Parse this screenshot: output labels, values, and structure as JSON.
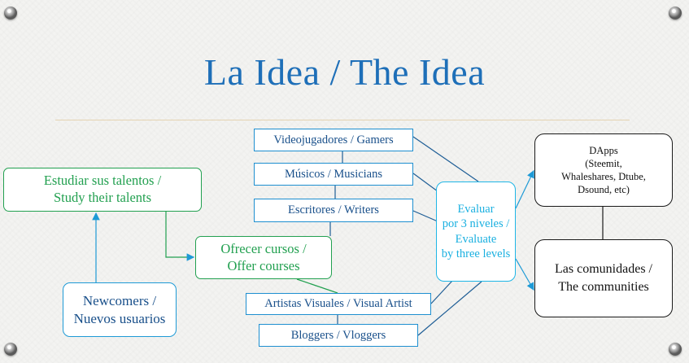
{
  "title": "La Idea / The Idea",
  "nodes": {
    "gamers": "Videojugadores / Gamers",
    "musicians": "Músicos / Musicians",
    "writers": "Escritores / Writers",
    "visual_artists": "Artistas Visuales / Visual Artist",
    "bloggers": "Bloggers / Vloggers",
    "study_line1": "Estudiar sus talentos /",
    "study_line2": "Study their talents",
    "courses_line1": "Ofrecer cursos /",
    "courses_line2": "Offer courses",
    "newcomers_line1": "Newcomers /",
    "newcomers_line2": "Nuevos usuarios",
    "evaluate_line1": "Evaluar",
    "evaluate_line2": "por 3 niveles /",
    "evaluate_line3": "Evaluate",
    "evaluate_line4": "by three levels",
    "dapps_line1": "DApps",
    "dapps_line2": "(Steemit,",
    "dapps_line3": "Whaleshares, Dtube,",
    "dapps_line4": "Dsound, etc)",
    "communities_line1": "Las comunidades /",
    "communities_line2": "The communities"
  },
  "colors": {
    "title": "#1e6fb8",
    "category_border": "#1e8fd0",
    "green": "#22a050",
    "cyan": "#1fb6e6",
    "black": "#1a1a1a"
  }
}
